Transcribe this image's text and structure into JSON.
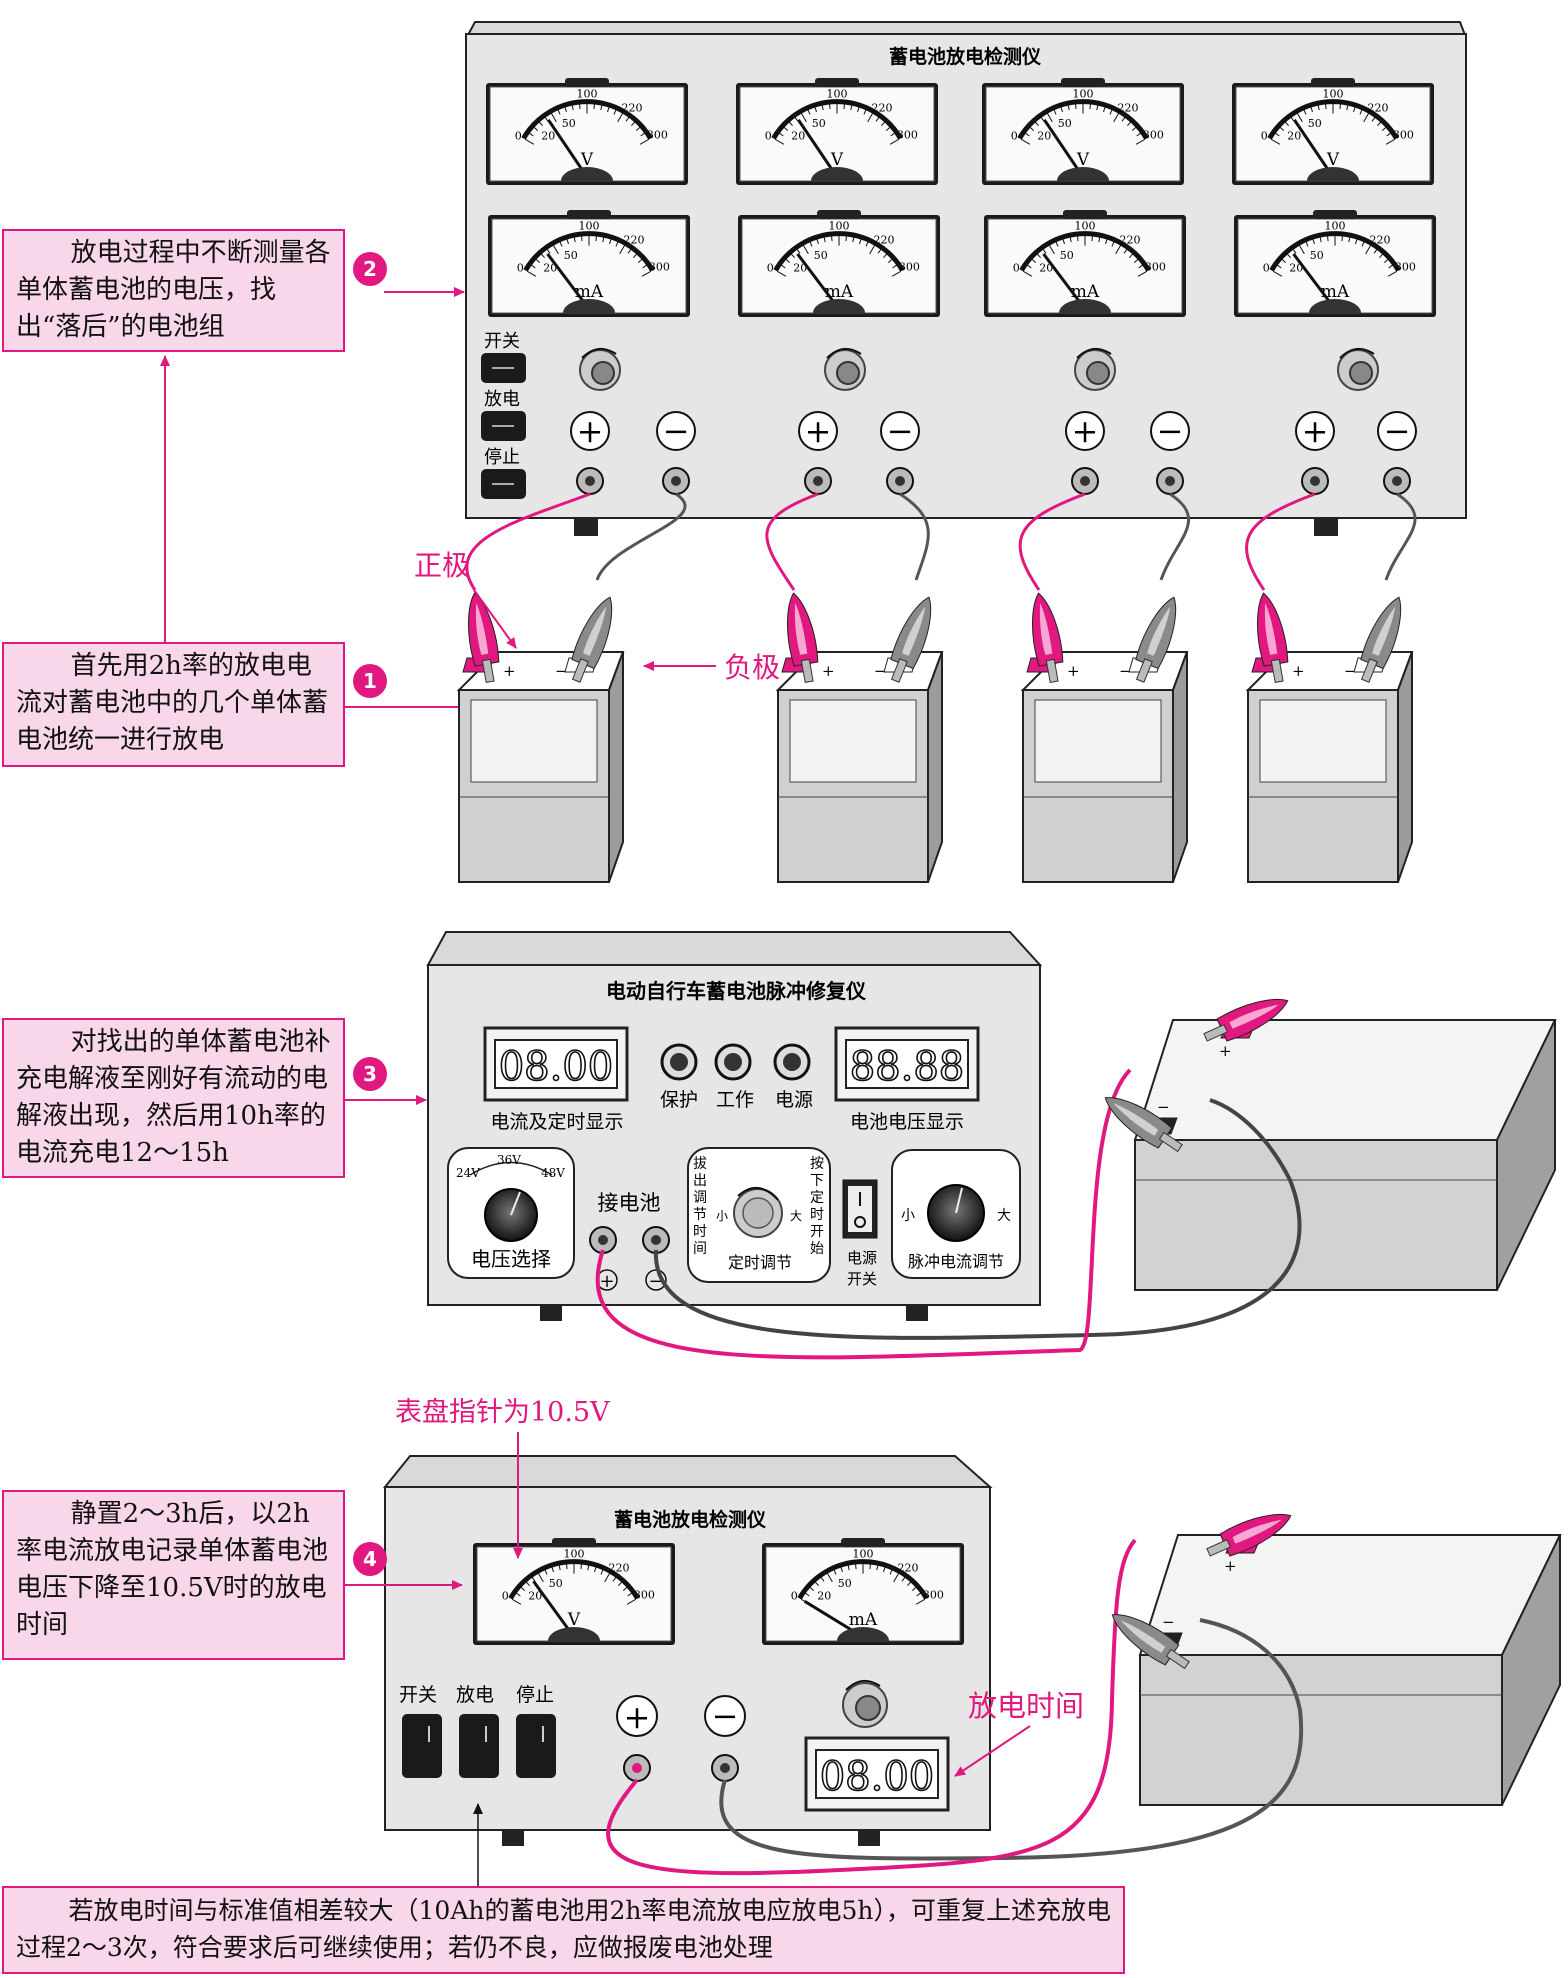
{
  "colors": {
    "accent": "#e0187f",
    "note_bg": "#f9d7ea",
    "panel": "#e6e6e6",
    "battery": "#c8c8c8",
    "black_lead": "#555555"
  },
  "step1": {
    "badge": "1",
    "text": "首先用2h率的放电电流对蓄电池中的几个单体蓄电池统一进行放电"
  },
  "step2": {
    "badge": "2",
    "text": "放电过程中不断测量各单体蓄电池的电压，找出“落后”的电池组"
  },
  "step3": {
    "badge": "3",
    "text": "对找出的单体蓄电池补充电解液至刚好有流动的电解液出现，然后用10h率的电流充电12～15h"
  },
  "step4": {
    "badge": "4",
    "text": "静置2～3h后，以2h率电流放电记录单体蓄电池电压下降至10.5V时的放电时间"
  },
  "step5": {
    "text": "若放电时间与标准值相差较大（10Ah的蓄电池用2h率电流放电应放电5h），可重复上述充放电过程2～3次，符合要求后可继续使用；若仍不良，应做报废电池处理"
  },
  "tester": {
    "title": "蓄电池放电检测仪",
    "switch_on": "开关",
    "switch_discharge": "放电",
    "switch_stop": "停止",
    "plus": "+",
    "minus": "−"
  },
  "meter_v": {
    "unit": "V",
    "scale": [
      "0",
      "20",
      "50",
      "100",
      "220",
      "300"
    ]
  },
  "meter_ma": {
    "unit": "mA",
    "scale": [
      "0",
      "20",
      "50",
      "100",
      "220",
      "300"
    ]
  },
  "callouts": {
    "positive": "正极",
    "negative": "负极",
    "needle": "表盘指针为10.5V",
    "discharge_time": "放电时间"
  },
  "battery": {
    "plus": "+",
    "minus": "−"
  },
  "repairer": {
    "title": "电动自行车蓄电池脉冲修复仪",
    "display_left": "08.00",
    "display_right": "88.88",
    "label_left": "电流及定时显示",
    "label_right": "电池电压显示",
    "indicators": [
      "保护",
      "工作",
      "电源"
    ],
    "voltage_marks": [
      "24V",
      "36V",
      "48V"
    ],
    "voltage_label": "电压选择",
    "connect_label": "接电池",
    "timer_left": "拔出调节时间",
    "timer_right": "按下定时开始",
    "timer_label": "定时调节",
    "small": "小",
    "large": "大",
    "power_label": "电源开关",
    "pulse_label": "脉冲电流调节"
  },
  "tester2": {
    "title": "蓄电池放电检测仪",
    "display": "08.00",
    "switches": [
      "开关",
      "放电",
      "停止"
    ]
  }
}
